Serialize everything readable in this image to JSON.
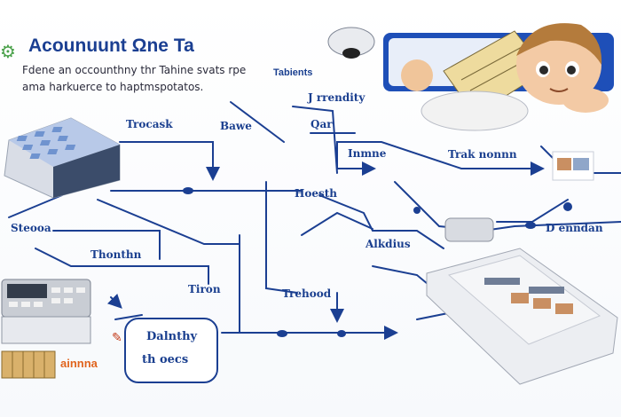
{
  "header": {
    "title": "Acounuunt Ωne Ta",
    "subtitle_line1": "Fdene an occounthny thr Tahine svats rpe",
    "subtitle_line1_tag": "Tabients",
    "subtitle_line2": "ama harkuerce to haptmspotatos."
  },
  "labels": {
    "trocask": "Trocask",
    "bawe": "Bawe",
    "j_rrendity": "J rrendity",
    "qar": "Qar",
    "imnne": "Inmne",
    "trak_nonnn": "Trak nonnn",
    "steooa": "Steooa",
    "hoesth": "Hoesth",
    "thonthn": "Thonthn",
    "alkdius": "Alkdius",
    "d_enndsn": "D enndan",
    "tiron": "Tiron",
    "trehood": "Trehood",
    "dalnthy": "Dalnthy",
    "th_ores": "th oecs",
    "orange_tag": "ainnna"
  },
  "colors": {
    "wire": "#1b3f92",
    "accent": "#e0641d",
    "banner": "#1e4fb8"
  },
  "icons": [
    "calculator-icon",
    "cash-register-icon",
    "money-stack-icon",
    "smartphone-icon",
    "cartoon-boy-icon",
    "card-icon",
    "router-icon",
    "mouse-icon",
    "photo-icon"
  ]
}
